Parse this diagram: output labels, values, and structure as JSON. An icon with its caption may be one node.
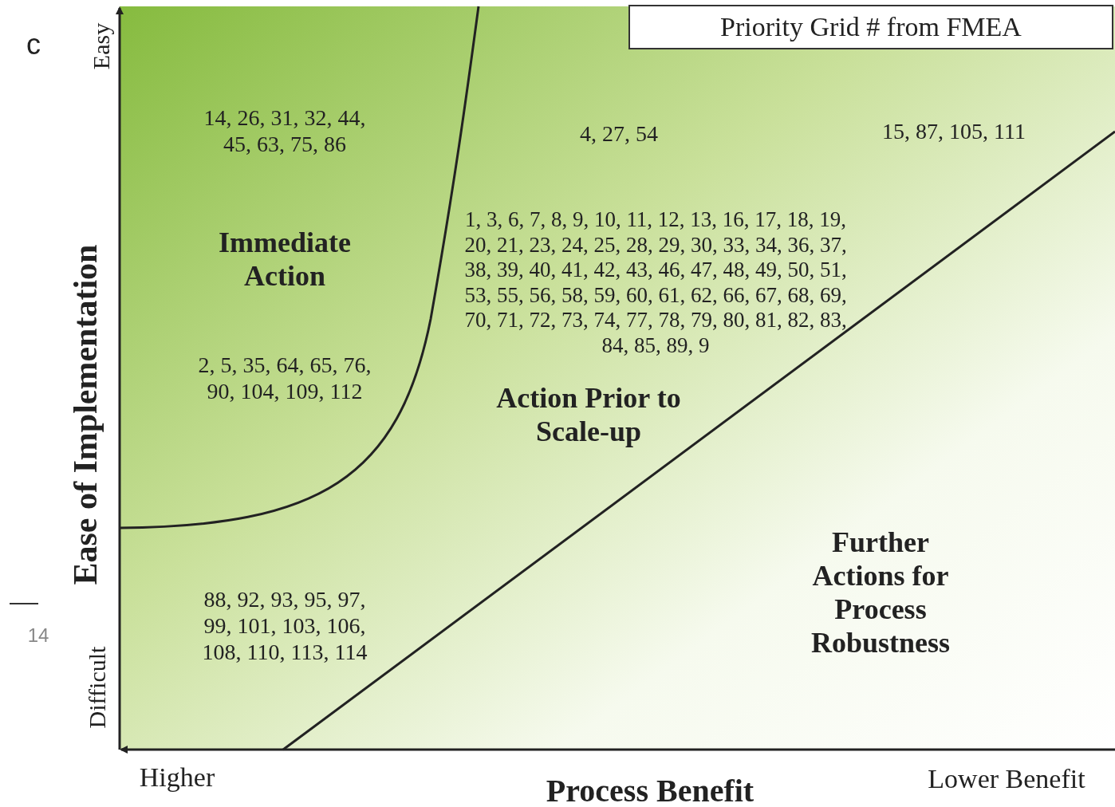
{
  "diagram": {
    "title": "Priority Grid # from FMEA",
    "labels": [
      "c",
      "Easy",
      "14, 26, 31, 32, 44, 45, 63, 75, 86",
      "4, 27, 54",
      "15, 87, 105, 111",
      "Immediate Action",
      "1, 3, 6, 7, 8, 9, 10, 11, 12, 13, 16, 17, 18, 19, 20, 21, 23, 24, 25, 28, 29, 30, 33, 34, 36, 37, 38, 39, 40, 41, 42, 43, 46, 47, 48, 49, 50, 51, 53, 55, 56, 58, 59, 60, 61, 62, 66, 67, 68, 69, 70, 71, 72, 73, 74, 77, 78, 79, 80, 81, 82, 83, 84, 85, 89, 9",
      "2, 5, 35, 64, 65, 76, 90, 104, 109, 112",
      "Action Prior to Scale-up",
      "Further Actions for Process Robustness",
      "88, 92, 93, 95, 97, 99, 101, 103, 106, 108, 110, 113, 114",
      "14",
      "Difficult",
      "Ease of Implementation",
      "Higher",
      "Process Benefit",
      "Lower Benefit"
    ]
  }
}
